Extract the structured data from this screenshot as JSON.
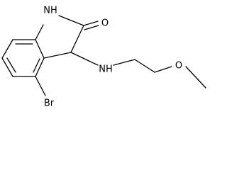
{
  "molecule": {
    "atom_labels": {
      "ring_nh": "NH",
      "carbonyl_o": "O",
      "amine_nh": "NH",
      "methoxy_o": "O",
      "bromine": "Br"
    }
  }
}
